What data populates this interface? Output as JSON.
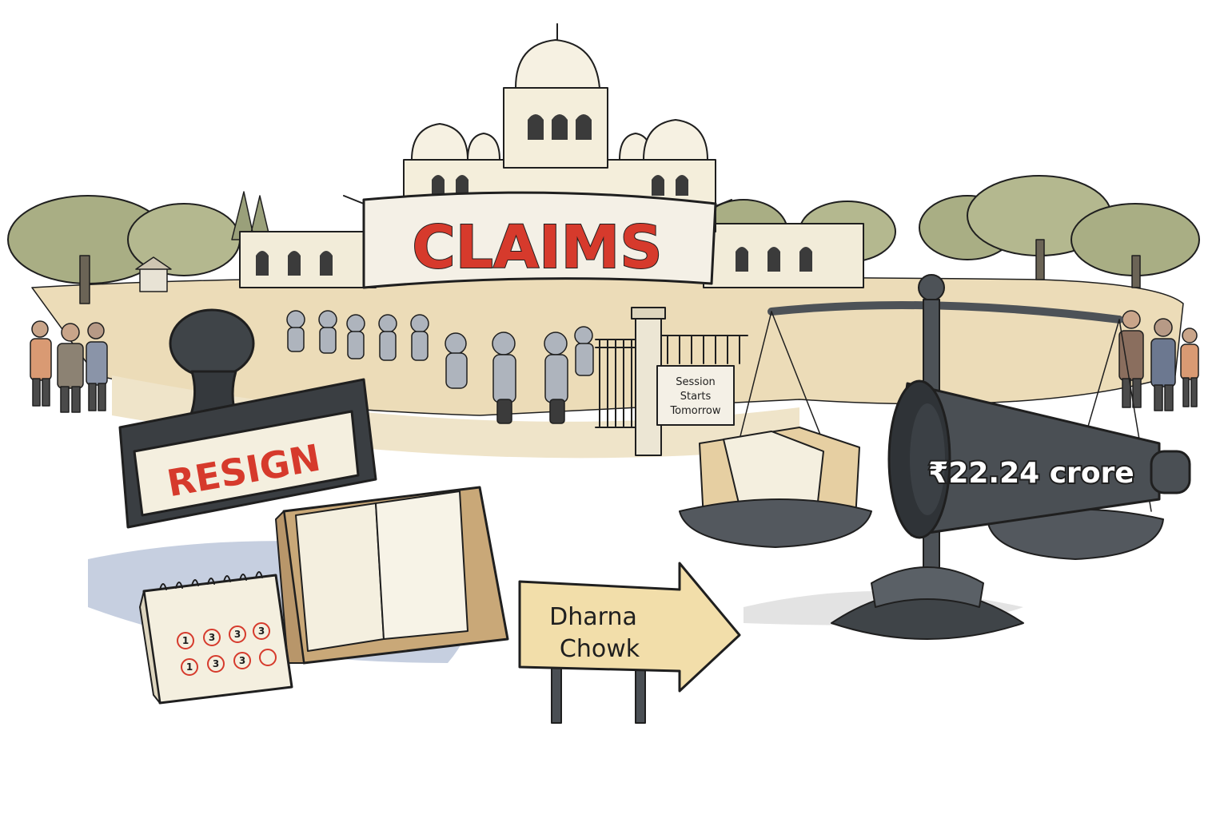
{
  "banner": {
    "text": "CLAIMS"
  },
  "stamp": {
    "text": "RESIGN"
  },
  "gate_sign": {
    "line1": "Session",
    "line2": "Starts",
    "line3": "Tomorrow"
  },
  "signpost": {
    "line1": "Dharna",
    "line2": "Chowk"
  },
  "megaphone": {
    "text": "₹22.24 crore"
  },
  "calendar": {
    "numbers": [
      "1",
      "3",
      "3",
      "3",
      "3",
      "3",
      "1"
    ]
  },
  "colors": {
    "accent_red": "#d63a2c",
    "ink": "#1f1f1f",
    "ground": "#ecdcb8",
    "foliage": "#a9ae84",
    "metal": "#4d5257"
  }
}
